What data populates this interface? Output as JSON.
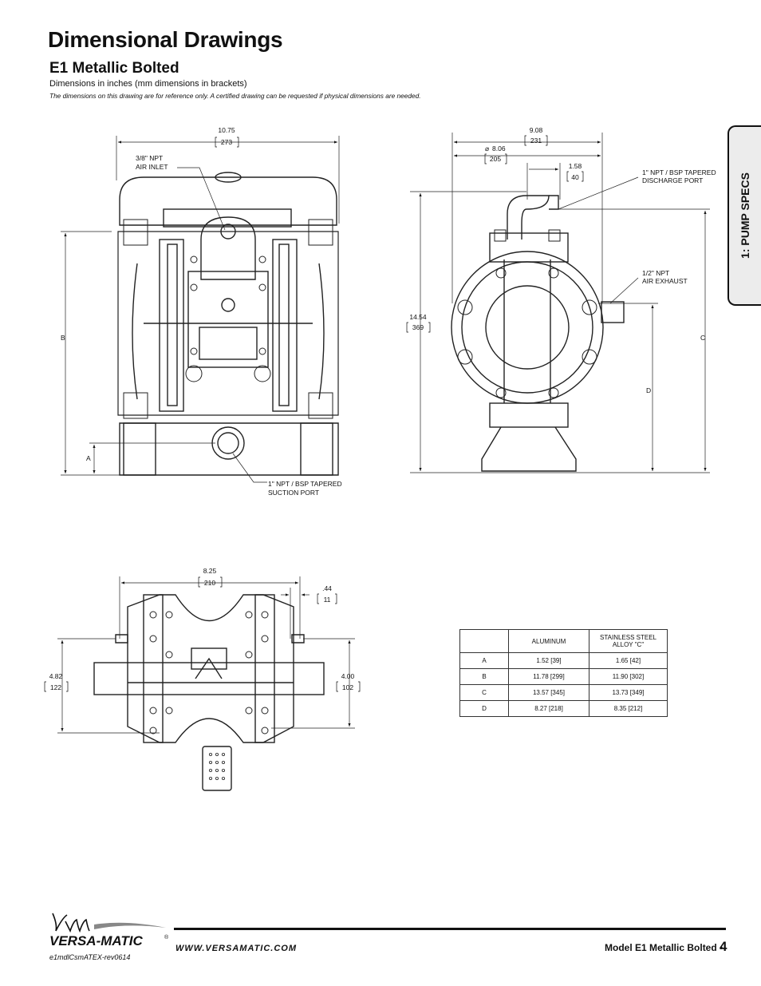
{
  "page": {
    "title": "Dimensional Drawings",
    "subtitle": "E1 Metallic Bolted",
    "dims_note": "Dimensions in inches (mm dimensions in brackets)",
    "disclaimer": "The dimensions on this drawing are for reference only.  A certified drawing can be requested if physical dimensions are needed.",
    "side_tab": "1: PUMP SPECS"
  },
  "front_view": {
    "width_in": "10.75",
    "width_mm": "273",
    "air_inlet": [
      "3/8\" NPT",
      "AIR INLET"
    ],
    "suction": [
      "1\" NPT / BSP TAPERED",
      "SUCTION PORT"
    ],
    "label_a": "A",
    "label_b": "B"
  },
  "side_view": {
    "width_in": "9.08",
    "width_mm": "231",
    "dia_in": "8.06",
    "dia_mm": "205",
    "offset_in": "1.58",
    "offset_mm": "40",
    "height_in": "14.54",
    "height_mm": "369",
    "discharge": [
      "1\" NPT / BSP TAPERED",
      "DISCHARGE PORT"
    ],
    "exhaust": [
      "1/2\" NPT",
      "AIR EXHAUST"
    ],
    "label_c": "C",
    "label_d": "D"
  },
  "bottom_view": {
    "width_in": "8.25",
    "width_mm": "210",
    "slot_in": ".44",
    "slot_mm": "11",
    "left_in": "4.82",
    "left_mm": "122",
    "right_in": "4.00",
    "right_mm": "102"
  },
  "table": {
    "headers": [
      "",
      "ALUMINUM",
      "STAINLESS STEEL ALLOY \"C\""
    ],
    "rows": [
      [
        "A",
        "1.52 [39]",
        "1.65 [42]"
      ],
      [
        "B",
        "11.78 [299]",
        "11.90 [302]"
      ],
      [
        "C",
        "13.57 [345]",
        "13.73 [349]"
      ],
      [
        "D",
        "8.27 [218]",
        "8.35 [212]"
      ]
    ]
  },
  "footer": {
    "brand": "VERSA-MATIC",
    "registered": "®",
    "url": "WWW.VERSAMATIC.COM",
    "model": "Model E1 Metallic Bolted •",
    "page_num": "4",
    "doc_code": "e1mdlCsmATEX-rev0614"
  }
}
